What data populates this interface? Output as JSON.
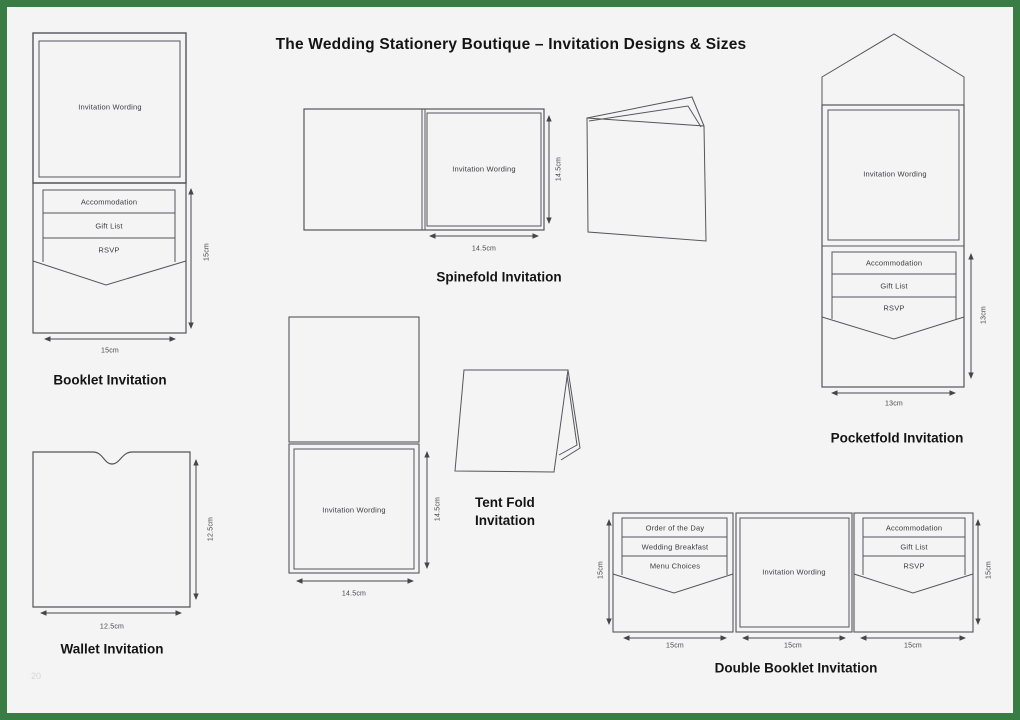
{
  "page": {
    "title": "The Wedding Stationery Boutique – Invitation Designs & Sizes",
    "page_number": "20",
    "border_color": "#3a7d44",
    "background_color": "#f5f4f5",
    "line_color": "#55555a"
  },
  "diagrams": {
    "booklet": {
      "title": "Booklet Invitation",
      "wording_label": "Invitation Wording",
      "cards": [
        "Accommodation",
        "Gift List",
        "RSVP"
      ],
      "width_label": "15cm",
      "height_label": "15cm"
    },
    "spinefold": {
      "title": "Spinefold Invitation",
      "wording_label": "Invitation Wording",
      "width_label": "14.5cm",
      "height_label": "14.5cm"
    },
    "pocketfold": {
      "title": "Pocketfold Invitation",
      "wording_label": "Invitation Wording",
      "cards": [
        "Accommodation",
        "Gift List",
        "RSVP"
      ],
      "width_label": "13cm",
      "height_label": "13cm"
    },
    "tentfold": {
      "title_line1": "Tent Fold",
      "title_line2": "Invitation",
      "wording_label": "Invitation Wording",
      "width_label": "14.5cm",
      "height_label": "14.5cm"
    },
    "wallet": {
      "title": "Wallet Invitation",
      "width_label": "12.5cm",
      "height_label": "12.5cm"
    },
    "double_booklet": {
      "title": "Double Booklet Invitation",
      "wording_label": "Invitation Wording",
      "left_cards": [
        "Order of the Day",
        "Wedding Breakfast",
        "Menu Choices"
      ],
      "right_cards": [
        "Accommodation",
        "Gift List",
        "RSVP"
      ],
      "panel_width_labels": [
        "15cm",
        "15cm",
        "15cm"
      ],
      "height_label_left": "15cm",
      "height_label_right": "15cm"
    }
  }
}
